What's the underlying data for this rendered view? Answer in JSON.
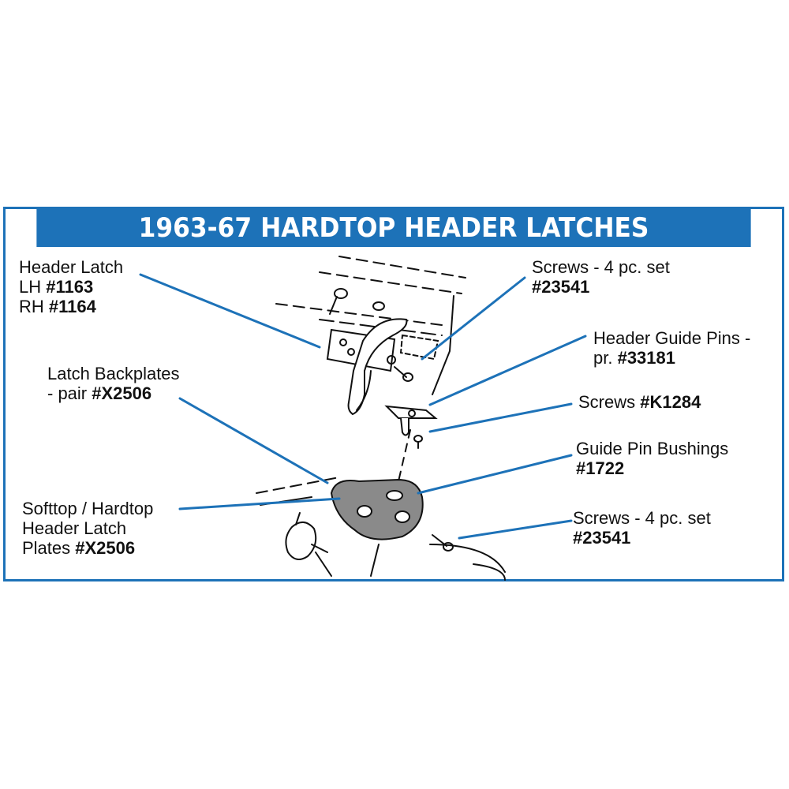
{
  "title": "1963-67 HARDTOP HEADER LATCHES",
  "colors": {
    "accent": "#1d72b8",
    "leader": "#1d72b8",
    "ink": "#111111",
    "part_shade": "#8a8a8a"
  },
  "labels": {
    "header_latch": {
      "l1": "Header Latch",
      "l2a": "LH ",
      "l2b": "#1163",
      "l3a": "RH ",
      "l3b": "#1164"
    },
    "screws_top": {
      "l1": "Screws - 4 pc. set",
      "l2": "#23541"
    },
    "guide_pins": {
      "l1": "Header Guide Pins -",
      "l2a": "pr. ",
      "l2b": "#33181"
    },
    "backplates": {
      "l1": "Latch Backplates",
      "l2a": "- pair ",
      "l2b": "#X2506"
    },
    "screws_k": {
      "l1a": "Screws ",
      "l1b": "#K1284"
    },
    "bushings": {
      "l1": "Guide Pin Bushings",
      "l2": "#1722"
    },
    "latch_plates": {
      "l1": "Softtop / Hardtop",
      "l2": "Header Latch",
      "l3a": "Plates ",
      "l3b": "#X2506"
    },
    "screws_bottom": {
      "l1": "Screws - 4 pc. set",
      "l2": "#23541"
    }
  }
}
